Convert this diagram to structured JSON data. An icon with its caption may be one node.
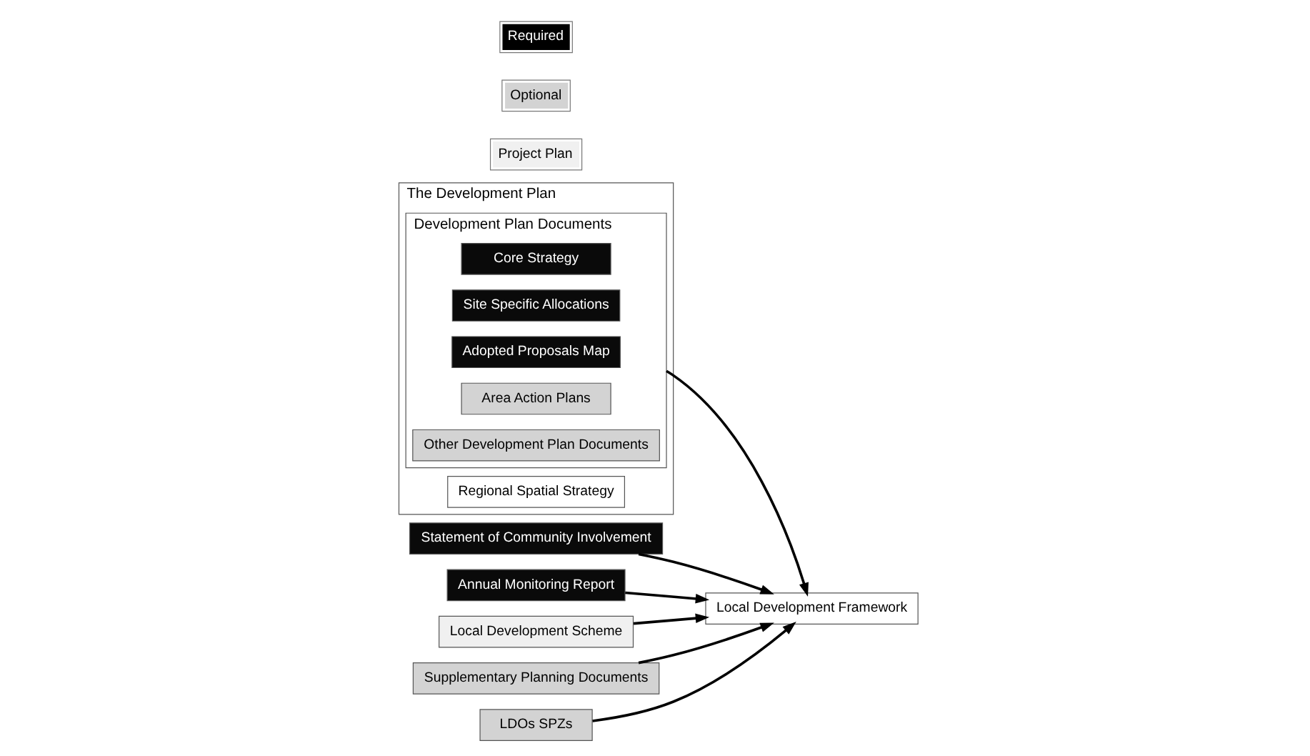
{
  "diagram": {
    "nodes": [
      {
        "text": [
          "The Development Plan"
        ]
      },
      {
        "text": [
          "Regional Spatial Strategy"
        ],
        "in": 0
      },
      {
        "text": [
          "Development Plan Documents"
        ],
        "in": 0
      },
      {
        "text": [
          "Core Strategy"
        ],
        "in": 2
      },
      {
        "text": [
          "Site Specific Allocations"
        ],
        "in": 2
      },
      {
        "text": [
          "Adopted Proposals Map"
        ],
        "in": 2
      },
      {
        "text": [
          "Area Action Plans"
        ],
        "in": 2
      },
      {
        "text": [
          "Other Development Plan Documents"
        ],
        "in": 2
      },
      {
        "text": [
          "Statement of Community Involvement"
        ]
      },
      {
        "text": [
          "Annual Monitoring Report"
        ]
      },
      {
        "text": [
          "Local Development Framework"
        ]
      },
      {
        "text": [
          "Local Development Scheme"
        ]
      },
      {
        "text": [
          "Supplementary Planning Documents"
        ]
      },
      {
        "text": [
          "LDOs SPZs"
        ]
      }
    ],
    "edges": [
      {
        "from": 8,
        "to": 10,
        "arrow": "to"
      },
      {
        "from": 9,
        "to": 10,
        "arrow": "to"
      },
      {
        "from": 11,
        "to": 10,
        "arrow": "to"
      },
      {
        "from": 2,
        "to": 10,
        "arrow": "to"
      },
      {
        "from": 12,
        "to": 10,
        "arrow": "to"
      },
      {
        "from": 13,
        "to": 10,
        "arrow": "to"
      }
    ],
    "legend": [
      {
        "text": "Required",
        "color": "#000000"
      },
      {
        "text": "Optional",
        "color": "#d3d3d3"
      },
      {
        "text": "Project Plan",
        "color": "#f0f0f0"
      }
    ]
  }
}
